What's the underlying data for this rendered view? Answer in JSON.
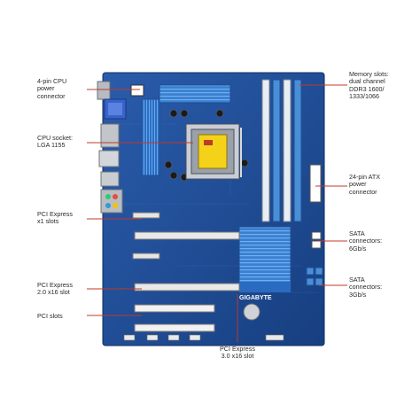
{
  "board": {
    "brand_logo_text": "GIGABYTE",
    "colors": {
      "pcb": "#1f4f9c",
      "pcb_dark": "#163d7c",
      "dimm_white": "#e9eef4",
      "dimm_blue": "#4a8fd6",
      "pcie_white": "#e9e9e9",
      "heatsink": "#3f86d9",
      "leader": "#c0392b"
    }
  },
  "callouts": [
    {
      "id": "cpu-power",
      "text": "4-pin CPU\npower\nconnector"
    },
    {
      "id": "cpu-socket",
      "text": "CPU socket:\nLGA 1155"
    },
    {
      "id": "pcie-x1",
      "text": "PCI Express\nx1 slots"
    },
    {
      "id": "pcie-x16-2",
      "text": "PCI Express\n2.0 x16 slot"
    },
    {
      "id": "pci",
      "text": "PCI slots"
    },
    {
      "id": "memory",
      "text": "Memory slots:\ndual channel\nDDR3 1600/\n1333/1066"
    },
    {
      "id": "atx-power",
      "text": "24-pin ATX\npower\nconnector"
    },
    {
      "id": "sata-6g",
      "text": "SATA\nconnectors:\n6Gb/s"
    },
    {
      "id": "sata-3g",
      "text": "SATA\nconnectors:\n3Gb/s"
    },
    {
      "id": "pcie-x16-3",
      "text": "PCI Express\n3.0 x16 slot"
    }
  ]
}
